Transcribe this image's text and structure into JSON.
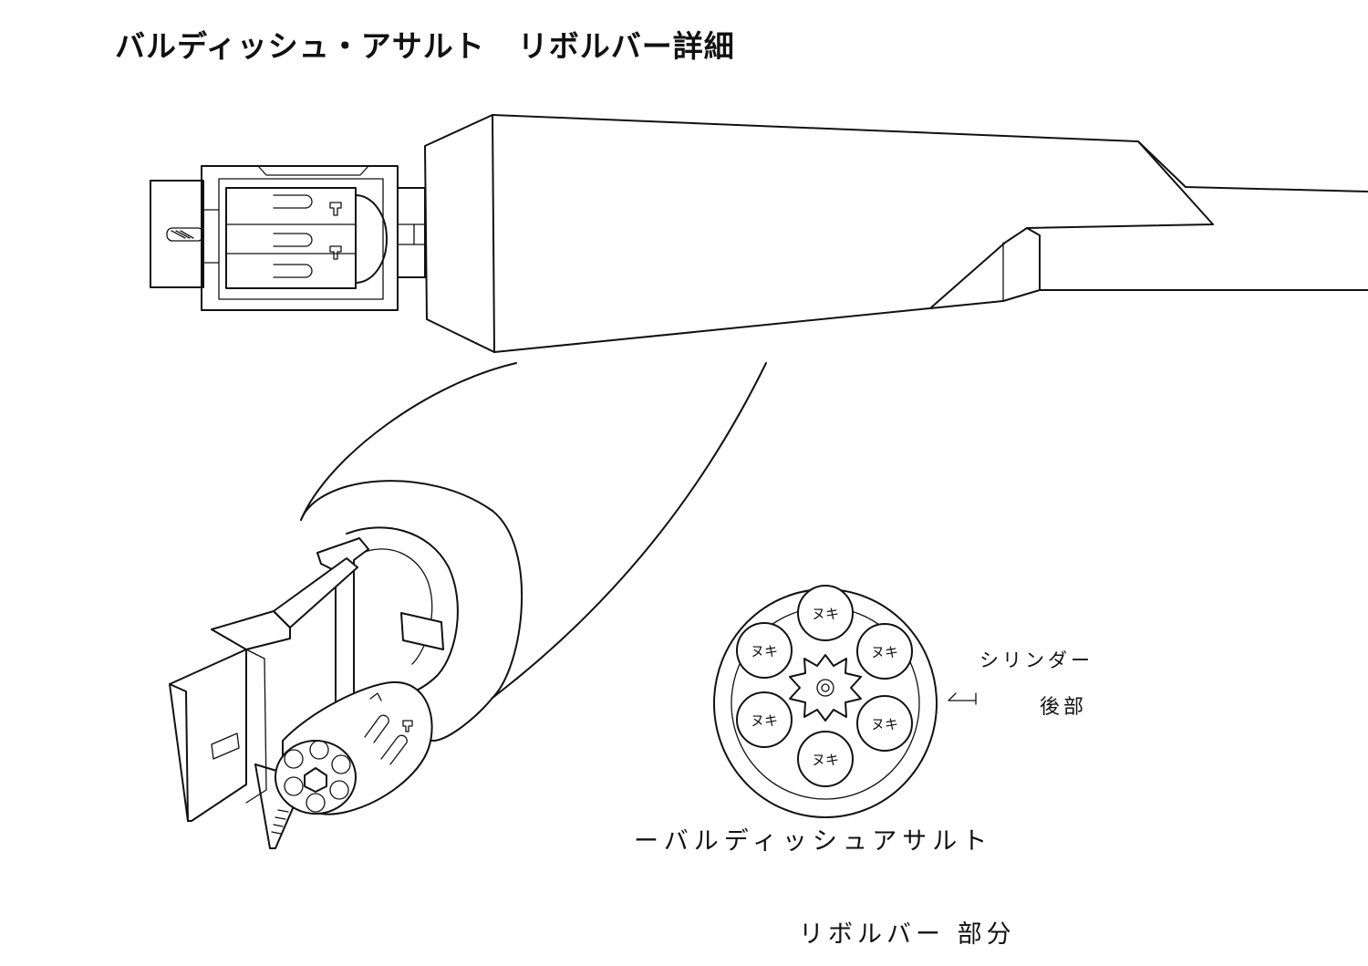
{
  "title": {
    "main": "バルディッシュ・アサルト",
    "sub": "リボルバー詳細"
  },
  "annotations": {
    "cylinder_line1": "シリンダー",
    "cylinder_line2": "後部",
    "caption_line1": "ーバルディッシュアサルト",
    "caption_line2": "リボルバー 部分"
  },
  "chambers": {
    "label": "ヌキ",
    "count": 6
  },
  "colors": {
    "ink": "#111111",
    "paper": "#ffffff"
  }
}
